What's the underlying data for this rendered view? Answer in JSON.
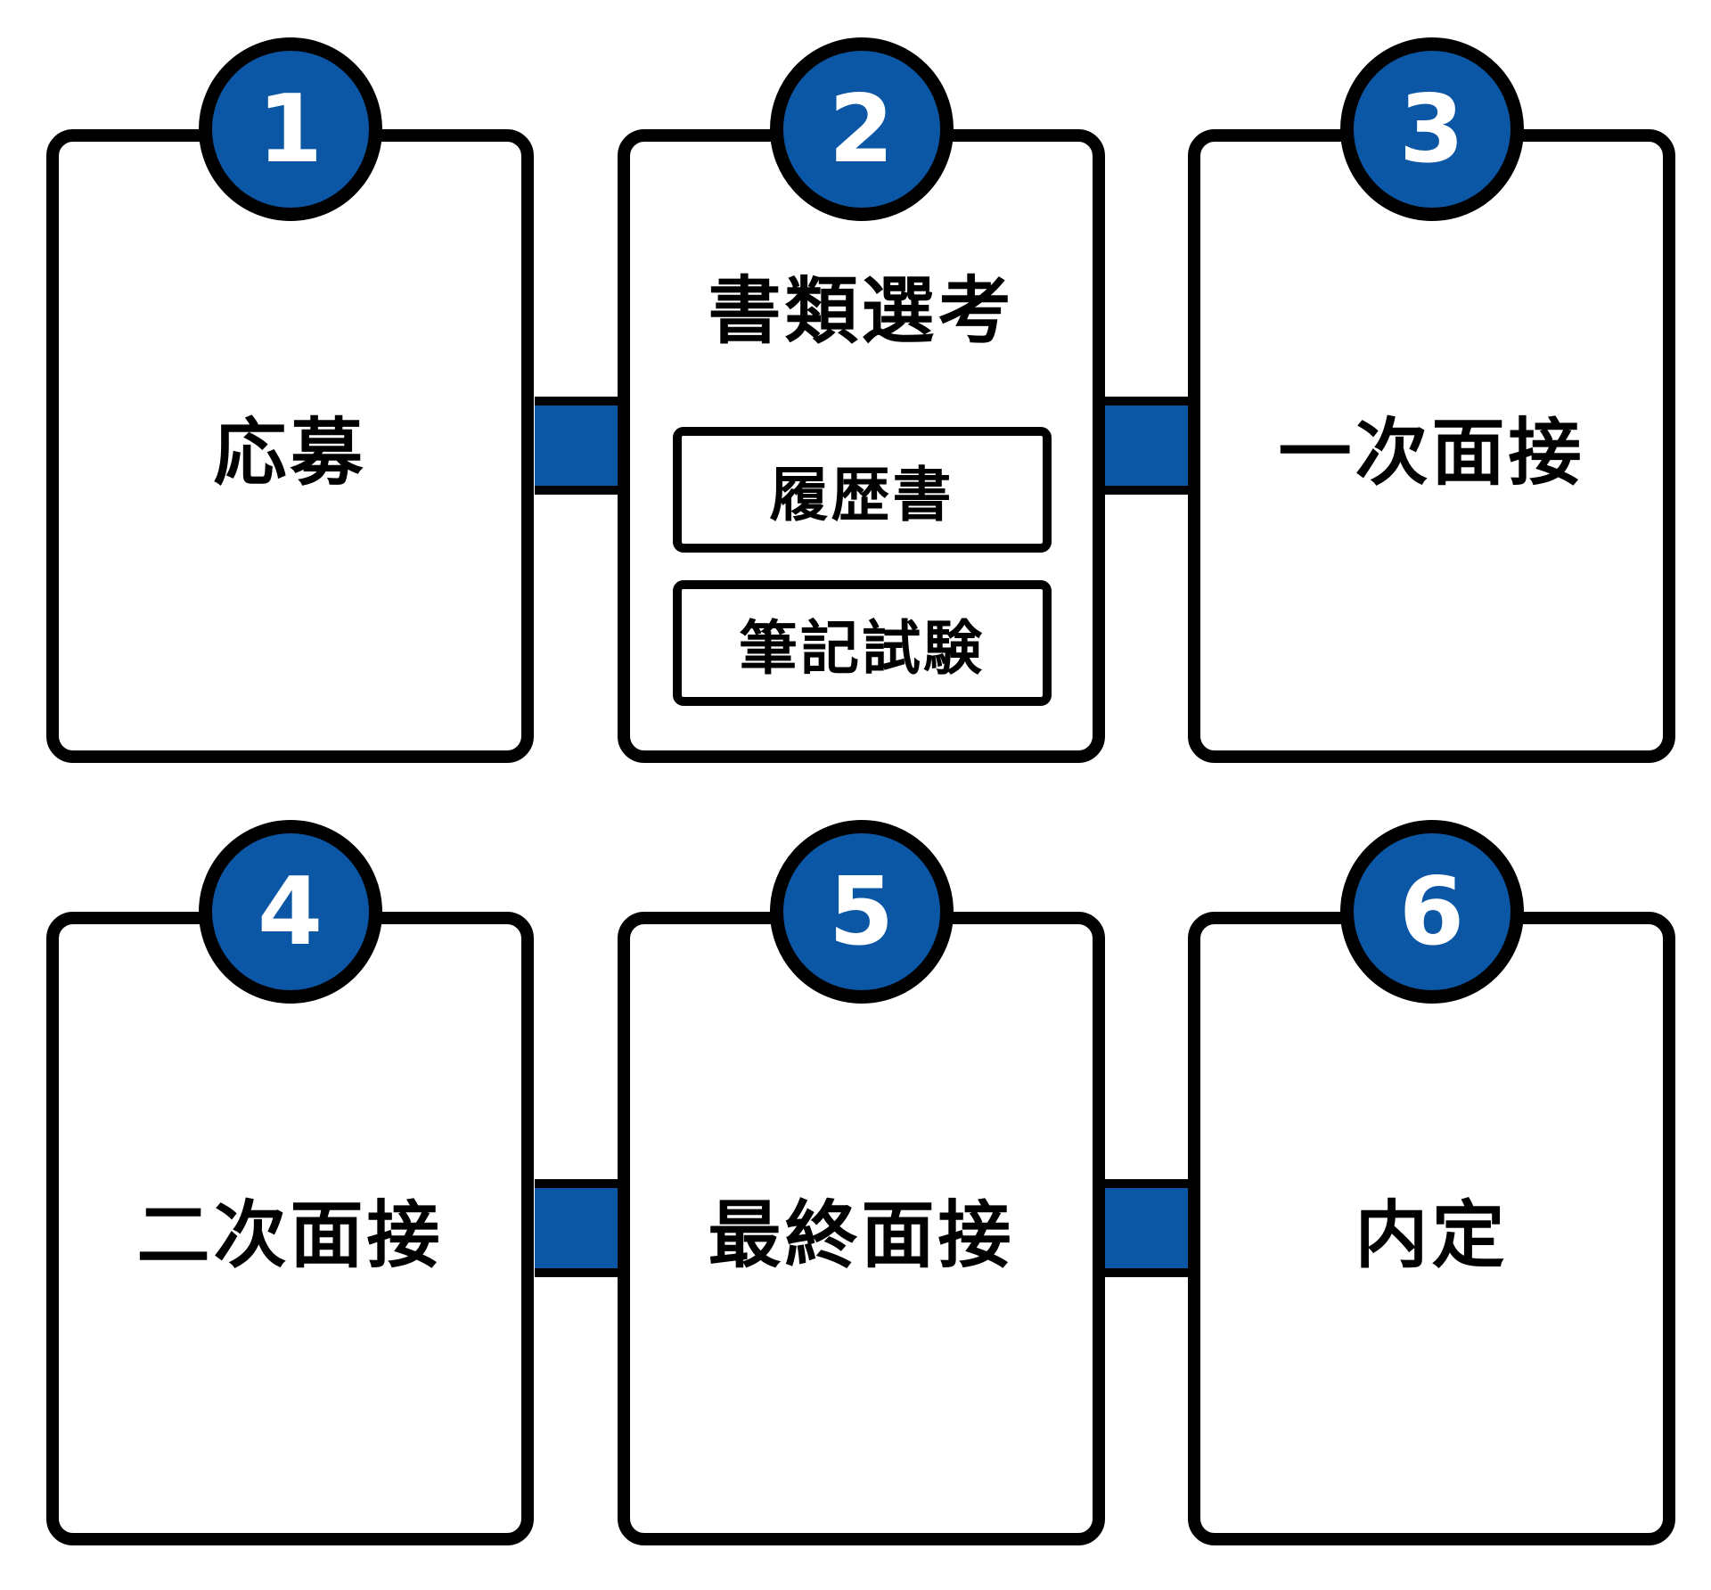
{
  "diagram": {
    "type": "process-flow",
    "colors": {
      "accent_blue": "#0b56a5",
      "line_black": "#000000",
      "background": "#ffffff",
      "number_text": "#ffffff",
      "label_text": "#000000"
    },
    "steps": [
      {
        "number": "1",
        "label": "応募"
      },
      {
        "number": "2",
        "label": "書類選考",
        "sub_items": [
          "履歴書",
          "筆記試験"
        ]
      },
      {
        "number": "3",
        "label": "一次面接"
      },
      {
        "number": "4",
        "label": "二次面接"
      },
      {
        "number": "5",
        "label": "最終面接"
      },
      {
        "number": "6",
        "label": "内定"
      }
    ]
  }
}
